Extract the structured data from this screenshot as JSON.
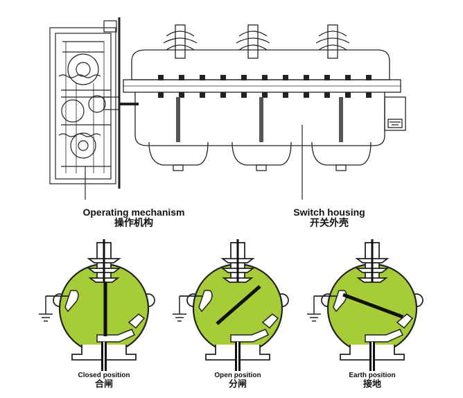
{
  "labels": {
    "mechanism_en": "Operating mechanism",
    "mechanism_zh": "操作机构",
    "housing_en": "Switch housing",
    "housing_zh": "开关外壳"
  },
  "positions": [
    {
      "en": "Closed position",
      "zh": "合闸",
      "state": "closed"
    },
    {
      "en": "Open position",
      "zh": "分闸",
      "state": "open"
    },
    {
      "en": "Earth position",
      "zh": "接地",
      "state": "earth"
    }
  ],
  "colors": {
    "chamber_fill": "#a6cc38",
    "line": "#222222",
    "background": "#ffffff"
  }
}
